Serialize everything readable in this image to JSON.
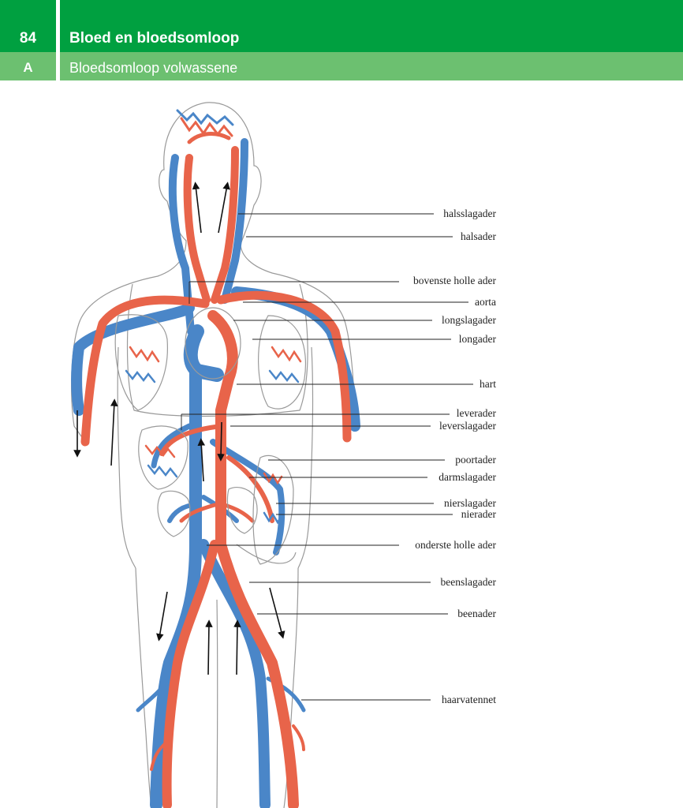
{
  "header": {
    "page_number": "84",
    "chapter_title": "Bloed en bloedsomloop",
    "section_letter": "A",
    "section_title": "Bloedsomloop volwassene",
    "colors": {
      "chapter_bar": "#00a040",
      "section_bar": "#6cc070"
    }
  },
  "diagram": {
    "colors": {
      "artery": "#e8644a",
      "vein": "#4a86c8",
      "outline": "#9a9a9a"
    },
    "labels": [
      "halsslagader",
      "halsader",
      "bovenste holle ader",
      "aorta",
      "longslagader",
      "longader",
      "hart",
      "leverader",
      "leverslagader",
      "poortader",
      "darmslagader",
      "nierslagader",
      "nierader",
      "onderste holle ader",
      "beenslagader",
      "beenader",
      "haarvatennet"
    ]
  }
}
